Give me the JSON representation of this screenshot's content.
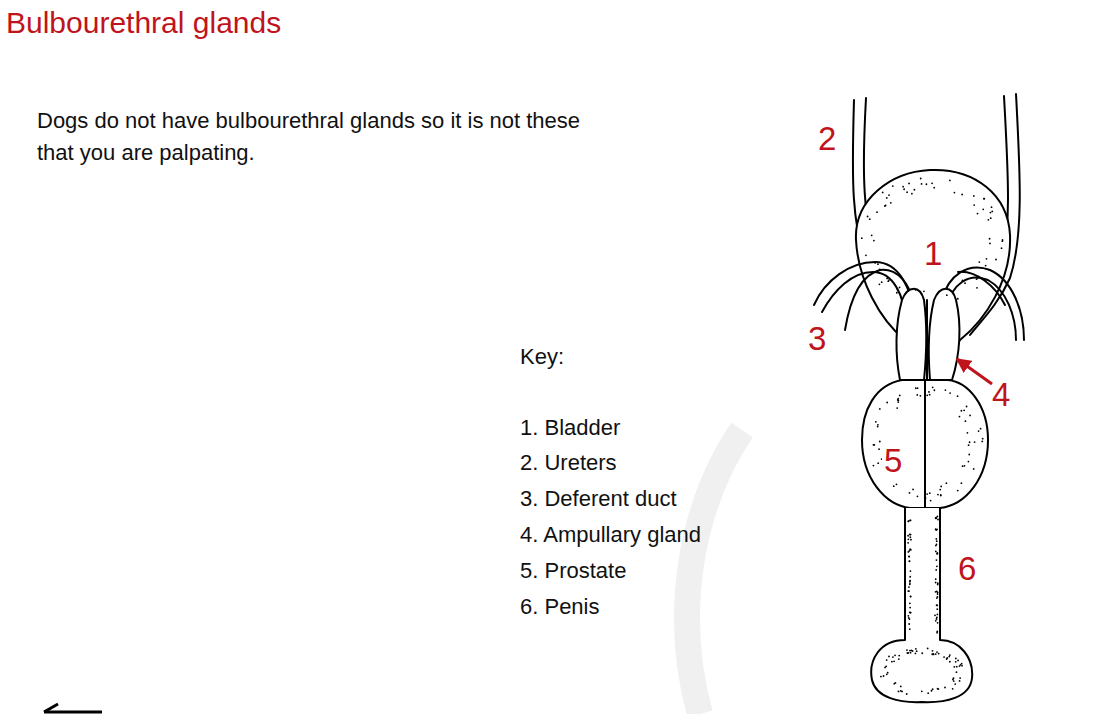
{
  "diagram": {
    "title": "Bulbourethral glands",
    "labels": [
      "Dogs do not have bulbourethral glands so it is not these that you are palpating.",
      "Key:",
      "1. Bladder",
      "2. Ureters",
      "3. Deferent duct",
      "4. Ampullary gland",
      "5. Prostate",
      "6. Penis",
      "2",
      "1",
      "3",
      "4",
      "5",
      "6"
    ]
  }
}
